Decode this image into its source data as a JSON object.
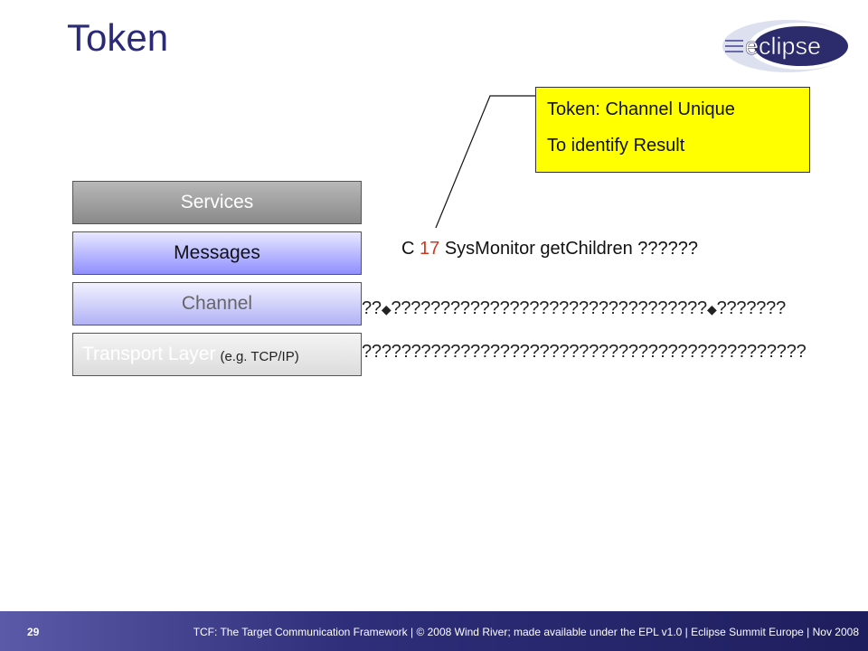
{
  "title": "Token",
  "logo": {
    "text": "eclipse"
  },
  "callout": {
    "line1": "Token: Channel Unique",
    "line2": "To identify Result"
  },
  "layers": {
    "services": "Services",
    "messages": "Messages",
    "channel": "Channel",
    "transport": "Transport Layer",
    "transport_note": "(e.g. TCP/IP)"
  },
  "message": {
    "prefix": "C",
    "token": "17",
    "command": "SysMonitor getChildren",
    "suffix": "??????",
    "token_color": "#d2381e"
  },
  "channel_bytes": {
    "part1": "??",
    "part2": "????????????????????????????????",
    "part3": "???????"
  },
  "transport_bytes": "?????????????????????????????????????????????",
  "footer": {
    "page": "29",
    "text": "TCF: The Target Communication Framework | © 2008 Wind River; made available under the EPL v1.0 | Eclipse Summit Europe | Nov 2008"
  }
}
